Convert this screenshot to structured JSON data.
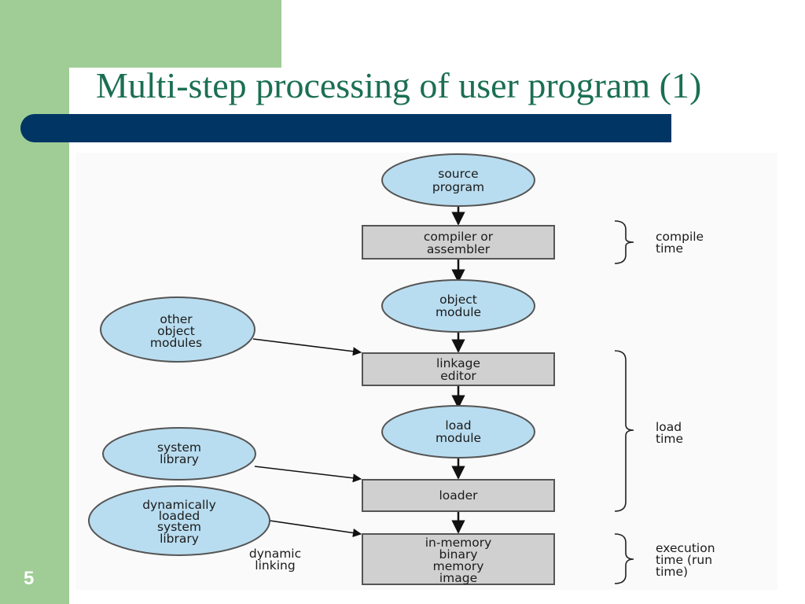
{
  "slide": {
    "title": "Multi-step processing of user program (1)",
    "page_number": "5"
  },
  "diagram": {
    "flow": {
      "source_program": [
        "source",
        "program"
      ],
      "compiler": [
        "compiler or",
        "assembler"
      ],
      "object_module": [
        "object",
        "module"
      ],
      "linkage_editor": [
        "linkage",
        "editor"
      ],
      "load_module": [
        "load",
        "module"
      ],
      "loader": [
        "loader"
      ],
      "in_memory_image": [
        "in-memory",
        "binary",
        "memory",
        "image"
      ]
    },
    "inputs": {
      "other_object_modules": [
        "other",
        "object",
        "modules"
      ],
      "system_library": [
        "system",
        "library"
      ],
      "dynamic_library": [
        "dynamically",
        "loaded",
        "system",
        "library"
      ],
      "dynamic_linking": [
        "dynamic",
        "linking"
      ]
    },
    "phases": {
      "compile_time": [
        "compile",
        "time"
      ],
      "load_time": [
        "load",
        "time"
      ],
      "execution_time": [
        "execution",
        "time (run",
        "time)"
      ]
    },
    "colors": {
      "ellipse_fill": "#b9ddf0",
      "box_fill": "#d0d0d0",
      "title": "#1b6f52",
      "bar": "#003564",
      "sidebar": "#9fcd95"
    }
  }
}
